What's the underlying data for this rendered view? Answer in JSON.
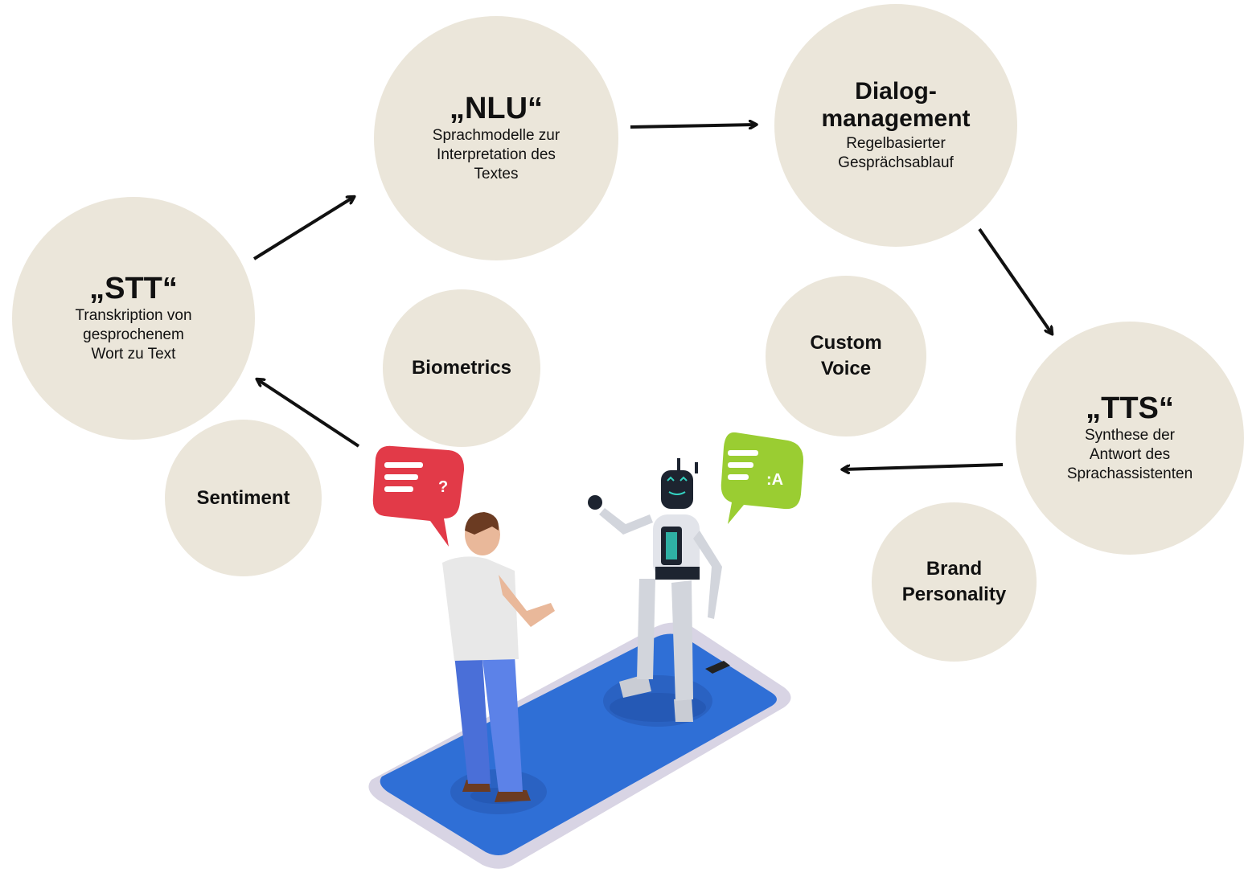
{
  "nodes": {
    "stt": {
      "title": "„STT“",
      "desc": [
        "Transkription von",
        "gesprochenem",
        "Wort zu Text"
      ]
    },
    "nlu": {
      "title": "„NLU“",
      "desc": [
        "Sprachmodelle zur",
        "Interpretation des",
        "Textes"
      ]
    },
    "dialog": {
      "title": [
        "Dialog-",
        "management"
      ],
      "desc": [
        "Regelbasierter",
        "Gesprächsablauf"
      ]
    },
    "tts": {
      "title": "„TTS“",
      "desc": [
        "Synthese der",
        "Antwort des",
        "Sprachassistenten"
      ]
    }
  },
  "extras": {
    "biometrics": [
      "Biometrics"
    ],
    "sentiment": [
      "Sentiment"
    ],
    "custom_voice": [
      "Custom",
      "Voice"
    ],
    "brand_personality": [
      "Brand",
      "Personality"
    ]
  },
  "bubbles": {
    "human_glyph": "?",
    "robot_glyph": ":A"
  },
  "colors": {
    "circle": "#ebe6da",
    "arrow": "#111111",
    "human_bubble": "#e23a48",
    "robot_bubble": "#9acd32",
    "phone_screen": "#2f6fd6",
    "phone_frame": "#d8d4e4"
  }
}
